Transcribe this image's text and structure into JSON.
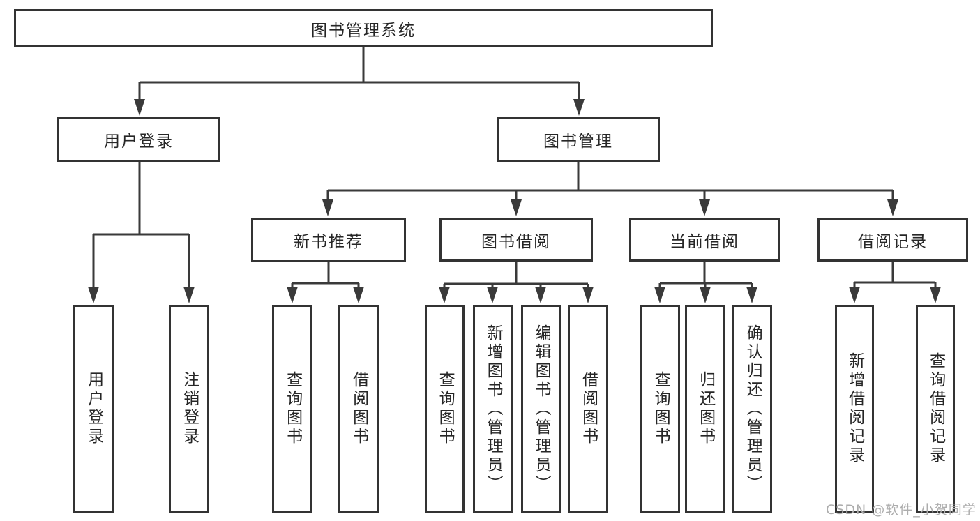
{
  "tree": {
    "root": "图书管理系统",
    "branches": [
      {
        "label": "用户登录",
        "children": [
          "用户登录",
          "注销登录"
        ]
      },
      {
        "label": "图书管理",
        "groups": [
          {
            "label": "新书推荐",
            "children": [
              "查询图书",
              "借阅图书"
            ]
          },
          {
            "label": "图书借阅",
            "children": [
              "查询图书",
              "新增图书（管理员）",
              "编辑图书（管理员）",
              "借阅图书"
            ]
          },
          {
            "label": "当前借阅",
            "children": [
              "查询图书",
              "归还图书",
              "确认归还（管理员）"
            ]
          },
          {
            "label": "借阅记录",
            "children": [
              "新增借阅记录",
              "查询借阅记录"
            ]
          }
        ]
      }
    ]
  },
  "watermark": {
    "text": "CSDN @软件_小贺同学"
  },
  "colors": {
    "line": "#3a3a3a",
    "box_border": "#333333",
    "text": "#262626",
    "watermark": "#adadad",
    "background": "#ffffff"
  }
}
